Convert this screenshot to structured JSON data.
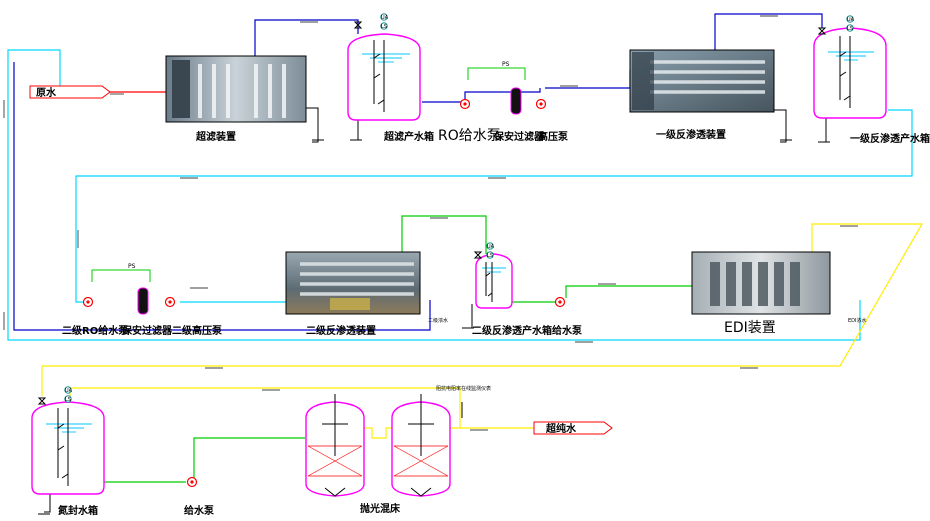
{
  "labels": {
    "raw_water": "原水",
    "uf_device": "超滤装置",
    "uf_tank": "超滤产水箱",
    "ro_pump": "RO给水泵",
    "filter1": "保安过滤器",
    "hp_pump1": "高压泵",
    "ro1_device": "一级反渗透装置",
    "ro1_tank": "一级反渗透产水箱",
    "ro2_pump": "二级RO给水泵",
    "filter2": "保安过滤器",
    "hp_pump2": "二级高压泵",
    "ro2_device": "二级反渗透装置",
    "ro2_tank": "二级反渗透产水箱",
    "feed_pump1": "给水泵",
    "edi_device": "EDI装置",
    "edi_conc": "EDI浓水",
    "ro2_conc": "二级浓水",
    "n2_tank": "氮封水箱",
    "feed_pump2": "给水泵",
    "polish_bed": "抛光混床",
    "resistivity": "阻抗电阻率在线监测仪表",
    "ultrapure": "超纯水",
    "ps": "PS",
    "ua": "UA",
    "ls": "LS"
  },
  "colors": {
    "tank": "#ff00ff",
    "pipe_red": "#ff0000",
    "pipe_blue": "#0000cc",
    "pipe_cyan": "#00d8ff",
    "pipe_green": "#00cc00",
    "pipe_yellow": "#ffee00",
    "gauge": "#008080"
  },
  "icons": [
    "pump-icon",
    "valve-icon",
    "filter-icon",
    "pressure-switch-icon",
    "level-switch-icon",
    "photo-placeholder"
  ]
}
